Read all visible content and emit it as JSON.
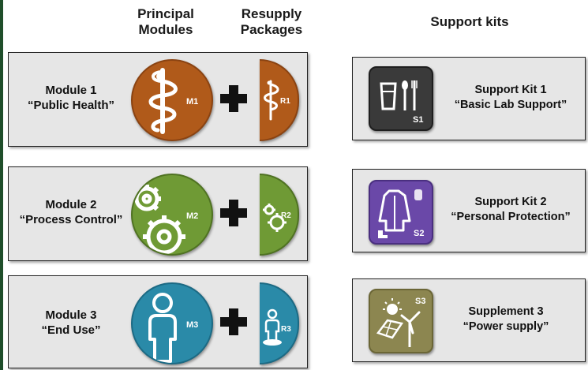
{
  "headers": {
    "principal": [
      "Principal",
      "Modules"
    ],
    "resupply": [
      "Resupply",
      "Packages"
    ],
    "support": "Support kits"
  },
  "modules": [
    {
      "line1": "Module 1",
      "line2": "“Public Health”",
      "code": "M1",
      "resupply_code": "R1",
      "color": "#b05a1a",
      "icon": "caduceus-icon"
    },
    {
      "line1": "Module 2",
      "line2": "“Process Control”",
      "code": "M2",
      "resupply_code": "R2",
      "color": "#6f9a35",
      "icon": "gears-icon"
    },
    {
      "line1": "Module 3",
      "line2": "“End Use”",
      "code": "M3",
      "resupply_code": "R3",
      "color": "#2a8aa8",
      "icon": "person-icon"
    }
  ],
  "support_kits": [
    {
      "line1": "Support Kit 1",
      "line2": "“Basic Lab Support”",
      "code": "S1",
      "color": "#3a3a3a",
      "icon": "lab-tools-icon"
    },
    {
      "line1": "Support Kit 2",
      "line2": "“Personal Protection”",
      "code": "S2",
      "color": "#6a48a8",
      "icon": "protective-gear-icon"
    },
    {
      "line1": "Supplement 3",
      "line2": "“Power supply”",
      "code": "S3",
      "color": "#8c8650",
      "icon": "solar-wind-icon"
    }
  ]
}
